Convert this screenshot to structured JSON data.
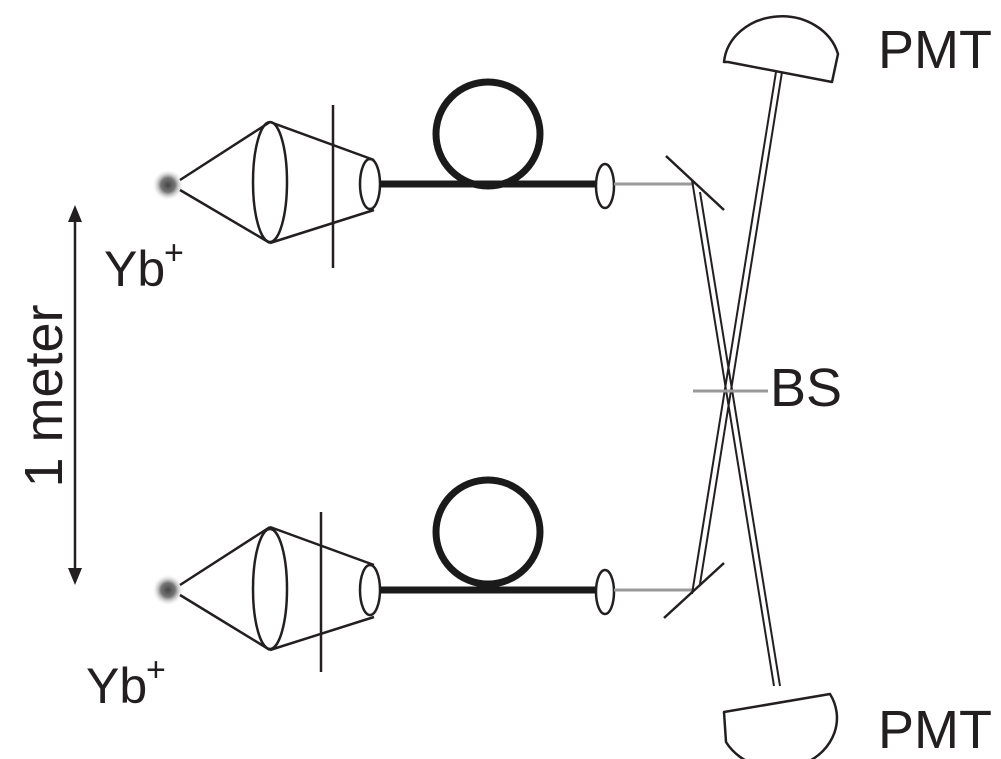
{
  "labels": {
    "pmt_top": "PMT",
    "pmt_bottom": "PMT",
    "beamsplitter": "BS",
    "ion_top": "Yb",
    "ion_bottom": "Yb",
    "ion_charge": "+",
    "distance": "1 meter"
  },
  "colors": {
    "ink": "#231f20",
    "fiber": "#1a1a1a",
    "free_space_beam": "#9a9a9a",
    "ion_glow": "#555555"
  }
}
